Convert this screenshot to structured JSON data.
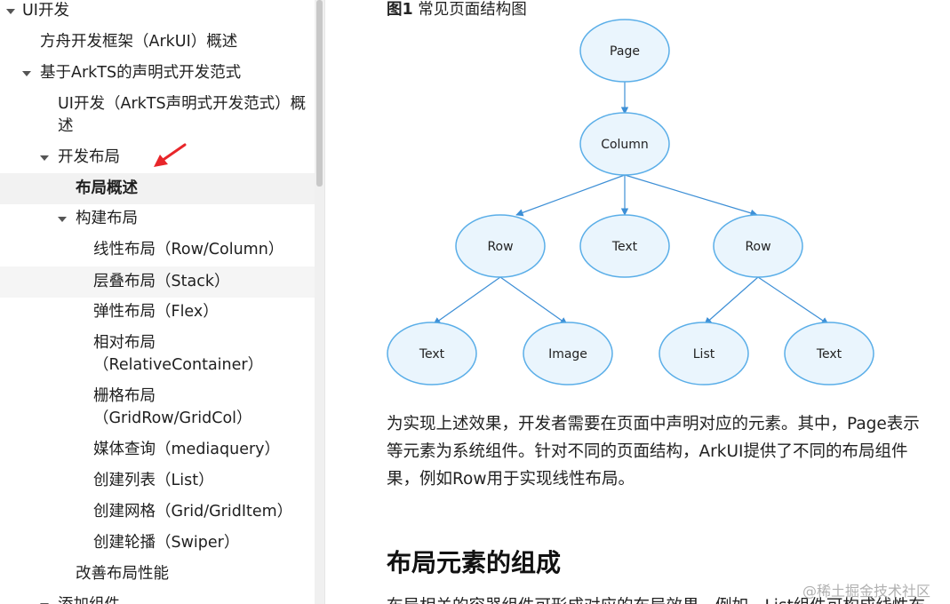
{
  "sidebar": {
    "items": [
      {
        "label": "UI开发",
        "expanded": true
      },
      {
        "label": "方舟开发框架（ArkUI）概述"
      },
      {
        "label": "基于ArkTS的声明式开发范式",
        "expanded": true
      },
      {
        "label": "UI开发（ArkTS声明式开发范式）概",
        "label2": "述"
      },
      {
        "label": "开发布局",
        "expanded": true
      },
      {
        "label": "布局概述",
        "selected": true
      },
      {
        "label": "构建布局",
        "expanded": true
      },
      {
        "label": "线性布局（Row/Column）"
      },
      {
        "label": "层叠布局（Stack）"
      },
      {
        "label": "弹性布局（Flex）"
      },
      {
        "label": "相对布局",
        "label2": "（RelativeContainer）"
      },
      {
        "label": "栅格布局",
        "label2": "（GridRow/GridCol）"
      },
      {
        "label": "媒体查询（mediaquery）"
      },
      {
        "label": "创建列表（List）"
      },
      {
        "label": "创建网格（Grid/GridItem）"
      },
      {
        "label": "创建轮播（Swiper）"
      },
      {
        "label": "改善布局性能"
      },
      {
        "label": "添加组件"
      }
    ]
  },
  "content": {
    "figure_caption_label": "图1",
    "figure_caption_text": " 常见页面结构图",
    "diagram": {
      "nodes": [
        "Page",
        "Column",
        "Row",
        "Text",
        "Row",
        "Text",
        "Image",
        "List",
        "Text"
      ]
    },
    "paragraph_lines": [
      "为实现上述效果，开发者需要在页面中声明对应的元素。其中，Page表示",
      "等元素为系统组件。针对不同的页面结构，ArkUI提供了不同的布局组件",
      "果，例如Row用于实现线性布局。"
    ],
    "section_title": "布局元素的组成",
    "next_paragraph": "布局相关的容器组件可形成对应的布局效果。例如，List组件可构成线性布"
  },
  "watermark": "@稀土掘金技术社区",
  "colors": {
    "node_fill": "#eaf5fd",
    "node_stroke": "#5aaee8",
    "edge": "#3d8fd6",
    "annotation_arrow": "#e8262a",
    "selected_bg": "#f2f2f2"
  }
}
